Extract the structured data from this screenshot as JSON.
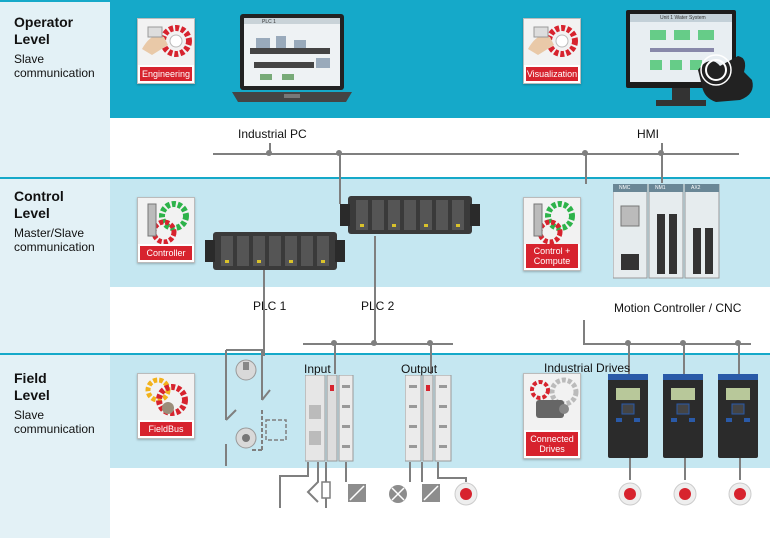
{
  "levels": {
    "operator": {
      "title": "Operator\nLevel",
      "subtitle": "Slave\ncommunication"
    },
    "control": {
      "title": "Control\nLevel",
      "subtitle": "Master/Slave\ncommunication"
    },
    "field": {
      "title": "Field\nLevel",
      "subtitle": "Slave\ncommunication"
    }
  },
  "badges": {
    "engineering": "Engineering",
    "visualization": "Visualization",
    "controller": "Controller",
    "control_compute": "Control +\nCompute",
    "fieldbus": "FieldBus",
    "connected_drives": "Connected\nDrives"
  },
  "labels": {
    "industrial_pc": "Industrial PC",
    "hmi": "HMI",
    "plc1": "PLC 1",
    "plc2": "PLC 2",
    "motion": "Motion Controller / CNC",
    "input": "Input",
    "output": "Output",
    "drives": "Industrial Drives"
  },
  "screens": {
    "pc_title": "PLC 1",
    "hmi_title": "Unit 1 Water System"
  },
  "motion_modules": [
    "NMC",
    "NM1",
    "AX2"
  ],
  "colors": {
    "accent_band": "#15a9c9",
    "light_band": "#c5e7f1",
    "badge_red": "#d7232e",
    "bus": "#7f7f7f"
  }
}
